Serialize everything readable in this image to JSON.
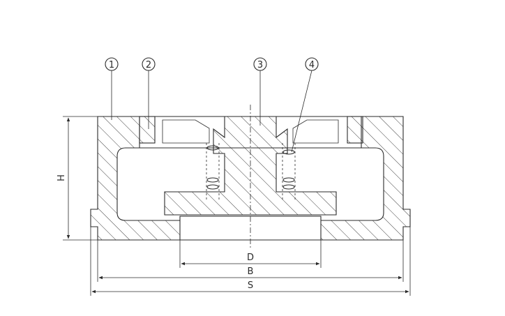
{
  "callouts": [
    {
      "id": "1",
      "label": "1"
    },
    {
      "id": "2",
      "label": "2"
    },
    {
      "id": "3",
      "label": "3"
    },
    {
      "id": "4",
      "label": "4"
    }
  ],
  "dimensions": {
    "height": "H",
    "inner_diameter": "D",
    "middle_diameter": "B",
    "overall_width": "S"
  }
}
